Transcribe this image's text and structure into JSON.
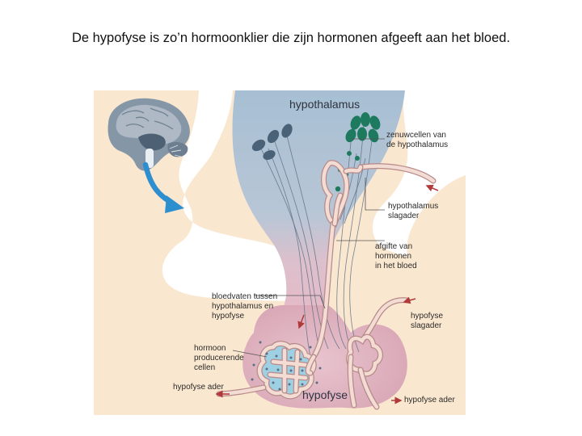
{
  "slide": {
    "title": "De hypofyse is zo’n hormoonklier die zijn hormonen afgeeft aan het bloed."
  },
  "diagram": {
    "labels": {
      "hypothalamus": "hypothalamus",
      "nerve_cells_1": "zenuwcellen van",
      "nerve_cells_2": "de hypothalamus",
      "hypo_artery_1": "hypothalamus",
      "hypo_artery_2": "slagader",
      "release_1": "afgifte van",
      "release_2": "hormonen",
      "release_3": "in het bloed",
      "vessels_1": "bloedvaten tussen",
      "vessels_2": "hypothalamus en",
      "vessels_3": "hypofyse",
      "pit_artery_1": "hypofyse",
      "pit_artery_2": "slagader",
      "cells_1": "hormoon",
      "cells_2": "producerende",
      "cells_3": "cellen",
      "vein_left": "hypofyse ader",
      "hypofyse": "hypofyse",
      "vein_right": "hypofyse ader"
    },
    "colors": {
      "background": "#fae7cf",
      "hypothalamus": "#a6bfd3",
      "pituitary": "#e3b7c3",
      "nerve_cell_dark": "#4a6278",
      "nerve_cell_green": "#1d7a5e",
      "arrow_blue": "#2d8ed0",
      "vessel": "#b88a88",
      "capillary_fill": "#9ed0e3",
      "arrow_red": "#b03a3a"
    }
  }
}
